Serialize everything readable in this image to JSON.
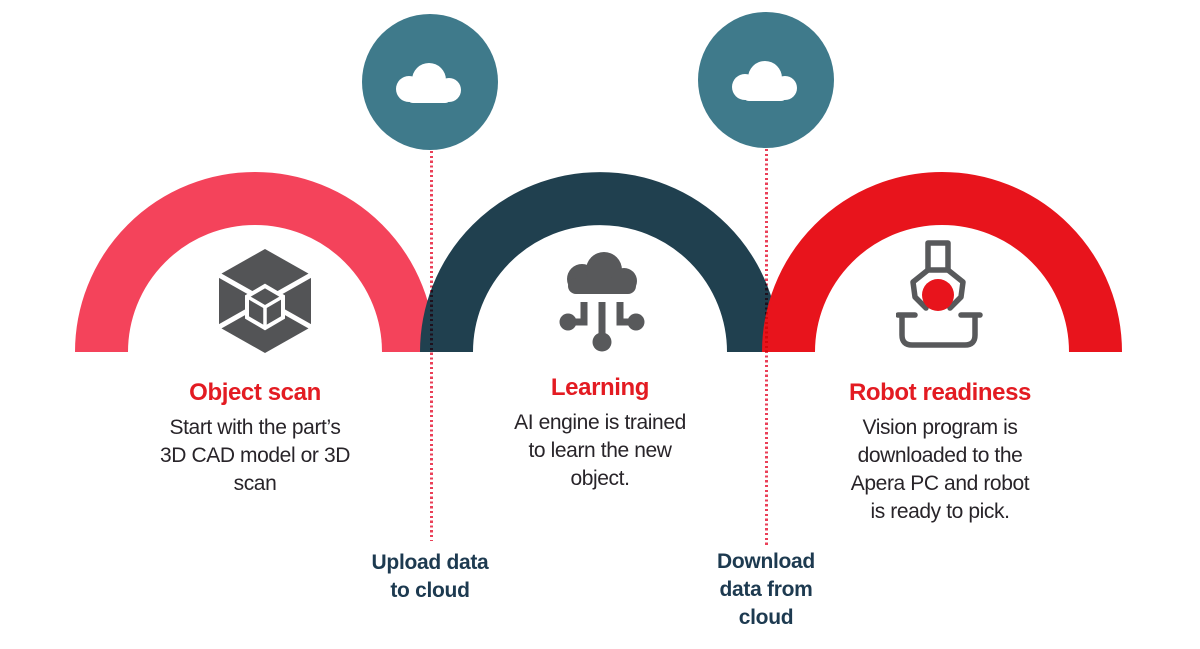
{
  "steps": [
    {
      "title": "Object scan",
      "body": "Start with the part’s\n3D CAD model or 3D\nscan",
      "icon": "3d-scan-cube-icon"
    },
    {
      "title": "Learning",
      "body": "AI engine is trained\nto learn the new\nobject.",
      "icon": "cloud-network-icon"
    },
    {
      "title": "Robot readiness",
      "body": "Vision program is\ndownloaded to the\nApera PC and robot\nis ready to pick.",
      "icon": "robot-gripper-icon"
    }
  ],
  "transfers": [
    {
      "label": "Upload data\nto cloud",
      "icon": "cloud-icon"
    },
    {
      "label": "Download\ndata from\ncloud",
      "icon": "cloud-icon"
    }
  ],
  "colors": {
    "arc_pink": "#f4435b",
    "arc_navy": "#20404f",
    "arc_red": "#e8141c",
    "cloud_badge_teal": "#3f7a8b",
    "icon_gray": "#58595b",
    "cube_gray": "#535456",
    "title_red": "#e31b22",
    "body_text": "#282429",
    "label_navy": "#1d3a50",
    "dotted_line_red": "#e8304a",
    "gripper_ball_red": "#e8141c"
  }
}
